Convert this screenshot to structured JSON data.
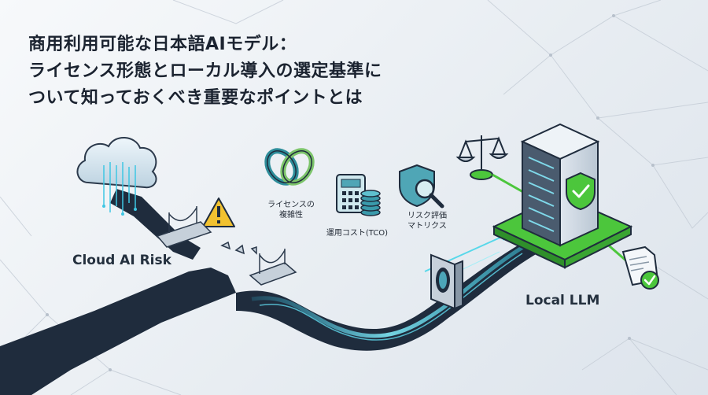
{
  "title": {
    "line1": "商用利用可能な日本語AIモデル：",
    "line2": "ライセンス形態とローカル導入の選定基準に",
    "line3": "ついて知っておくべき重要なポイントとは"
  },
  "labels": {
    "cloud": "Cloud AI Risk",
    "local": "Local LLM",
    "license_line1": "ライセンスの",
    "license_line2": "複雑性",
    "cost": "運用コスト(TCO)",
    "risk_line1": "リスク評価",
    "risk_line2": "マトリクス"
  },
  "icons": {
    "cloud": "cloud-icon",
    "warning": "warning-icon",
    "bridge": "broken-bridge-icon",
    "license": "interlocking-rings-icon",
    "cost": "calculator-coins-icon",
    "risk": "shield-magnifier-icon",
    "scales": "balance-scale-icon",
    "server": "server-icon",
    "shield": "shield-check-icon",
    "document": "document-check-icon",
    "gateway": "gateway-icon"
  },
  "colors": {
    "title_text": "#1b2330",
    "road": "#1f2c3d",
    "glow": "#3fd0e8",
    "accent_green": "#4cc63c",
    "teal": "#2f8a9a",
    "warning": "#f2c230"
  }
}
